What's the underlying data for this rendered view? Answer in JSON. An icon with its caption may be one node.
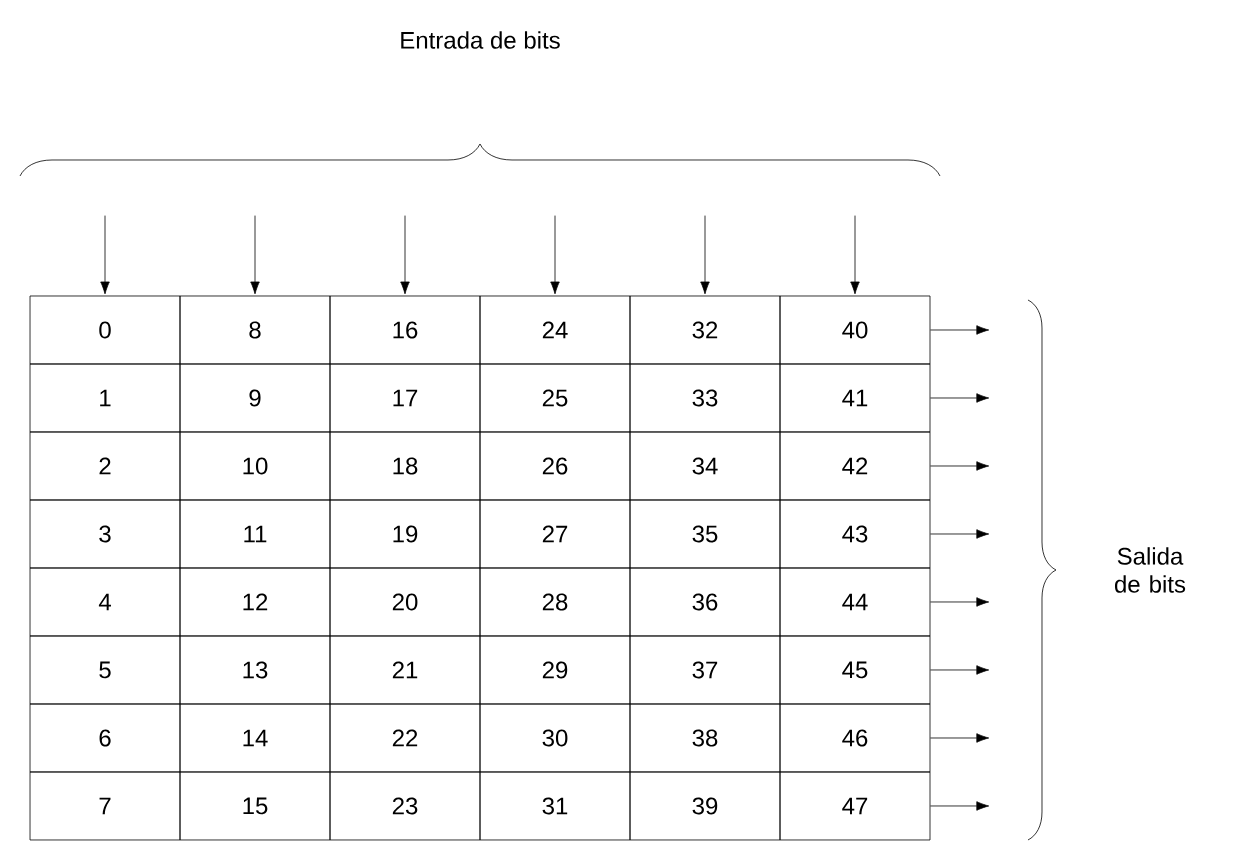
{
  "diagram": {
    "nodes": [
      {
        "text": [
          "0"
        ]
      },
      {
        "text": [
          "8"
        ]
      },
      {
        "text": [
          "16"
        ]
      },
      {
        "text": [
          "24"
        ]
      },
      {
        "text": [
          "32"
        ]
      },
      {
        "text": [
          "40"
        ]
      },
      {
        "text": [
          "1"
        ]
      },
      {
        "text": [
          "9"
        ]
      },
      {
        "text": [
          "17"
        ]
      },
      {
        "text": [
          "25"
        ]
      },
      {
        "text": [
          "33"
        ]
      },
      {
        "text": [
          "41"
        ]
      },
      {
        "text": [
          "2"
        ]
      },
      {
        "text": [
          "10"
        ]
      },
      {
        "text": [
          "18"
        ]
      },
      {
        "text": [
          "26"
        ]
      },
      {
        "text": [
          "34"
        ]
      },
      {
        "text": [
          "42"
        ]
      },
      {
        "text": [
          "3"
        ]
      },
      {
        "text": [
          "11"
        ]
      },
      {
        "text": [
          "19"
        ]
      },
      {
        "text": [
          "27"
        ]
      },
      {
        "text": [
          "35"
        ]
      },
      {
        "text": [
          "43"
        ]
      },
      {
        "text": [
          "4"
        ]
      },
      {
        "text": [
          "12"
        ]
      },
      {
        "text": [
          "20"
        ]
      },
      {
        "text": [
          "28"
        ]
      },
      {
        "text": [
          "36"
        ]
      },
      {
        "text": [
          "44"
        ]
      },
      {
        "text": [
          "5"
        ]
      },
      {
        "text": [
          "13"
        ]
      },
      {
        "text": [
          "21"
        ]
      },
      {
        "text": [
          "29"
        ]
      },
      {
        "text": [
          "37"
        ]
      },
      {
        "text": [
          "45"
        ]
      },
      {
        "text": [
          "6"
        ]
      },
      {
        "text": [
          "14"
        ]
      },
      {
        "text": [
          "22"
        ]
      },
      {
        "text": [
          "30"
        ]
      },
      {
        "text": [
          "38"
        ]
      },
      {
        "text": [
          "46"
        ]
      },
      {
        "text": [
          "7"
        ]
      },
      {
        "text": [
          "15"
        ]
      },
      {
        "text": [
          "23"
        ]
      },
      {
        "text": [
          "31"
        ]
      },
      {
        "text": [
          "39"
        ]
      },
      {
        "text": [
          "47"
        ]
      }
    ],
    "edges": [
      {
        "from": null,
        "to": 0,
        "arrow": "to"
      },
      {
        "from": null,
        "to": 1,
        "arrow": "to"
      },
      {
        "from": null,
        "to": 2,
        "arrow": "to"
      },
      {
        "from": null,
        "to": 3,
        "arrow": "to"
      },
      {
        "from": null,
        "to": 4,
        "arrow": "to"
      },
      {
        "from": null,
        "to": 5,
        "arrow": "to"
      },
      {
        "from": 5,
        "to": null,
        "arrow": "to"
      },
      {
        "from": 11,
        "to": null,
        "arrow": "to"
      },
      {
        "from": 17,
        "to": null,
        "arrow": "to"
      },
      {
        "from": 23,
        "to": null,
        "arrow": "to"
      },
      {
        "from": 29,
        "to": null,
        "arrow": "to"
      },
      {
        "from": 35,
        "to": null,
        "arrow": "to"
      },
      {
        "from": 41,
        "to": null,
        "arrow": "to"
      },
      {
        "from": 47,
        "to": null,
        "arrow": "to"
      }
    ],
    "labels": [
      "Entrada de bits",
      "Salida de bits"
    ]
  }
}
